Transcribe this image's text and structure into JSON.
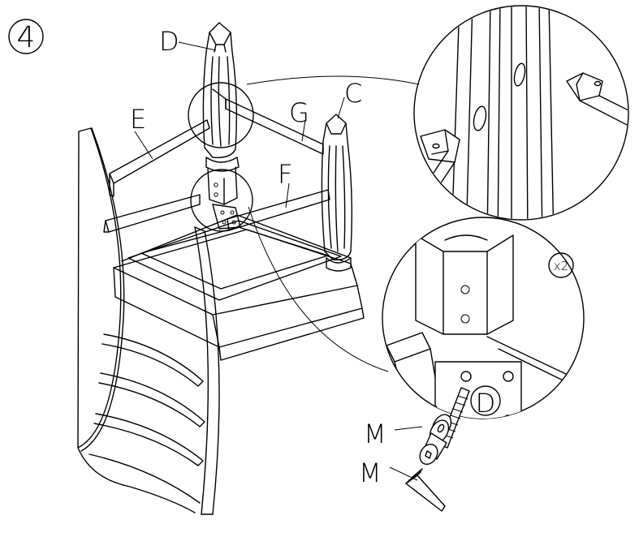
{
  "step": {
    "number": "4"
  },
  "parts": {
    "C": "C",
    "D": "D",
    "E": "E",
    "F": "F",
    "G": "G",
    "M": "M",
    "D_detail": "D"
  },
  "detail_quantity": "x2",
  "colors": {
    "line": "#000000",
    "background": "#ffffff"
  },
  "icons": [
    "step-number-circle",
    "allen-key-icon",
    "bolt-with-washer-icon"
  ]
}
